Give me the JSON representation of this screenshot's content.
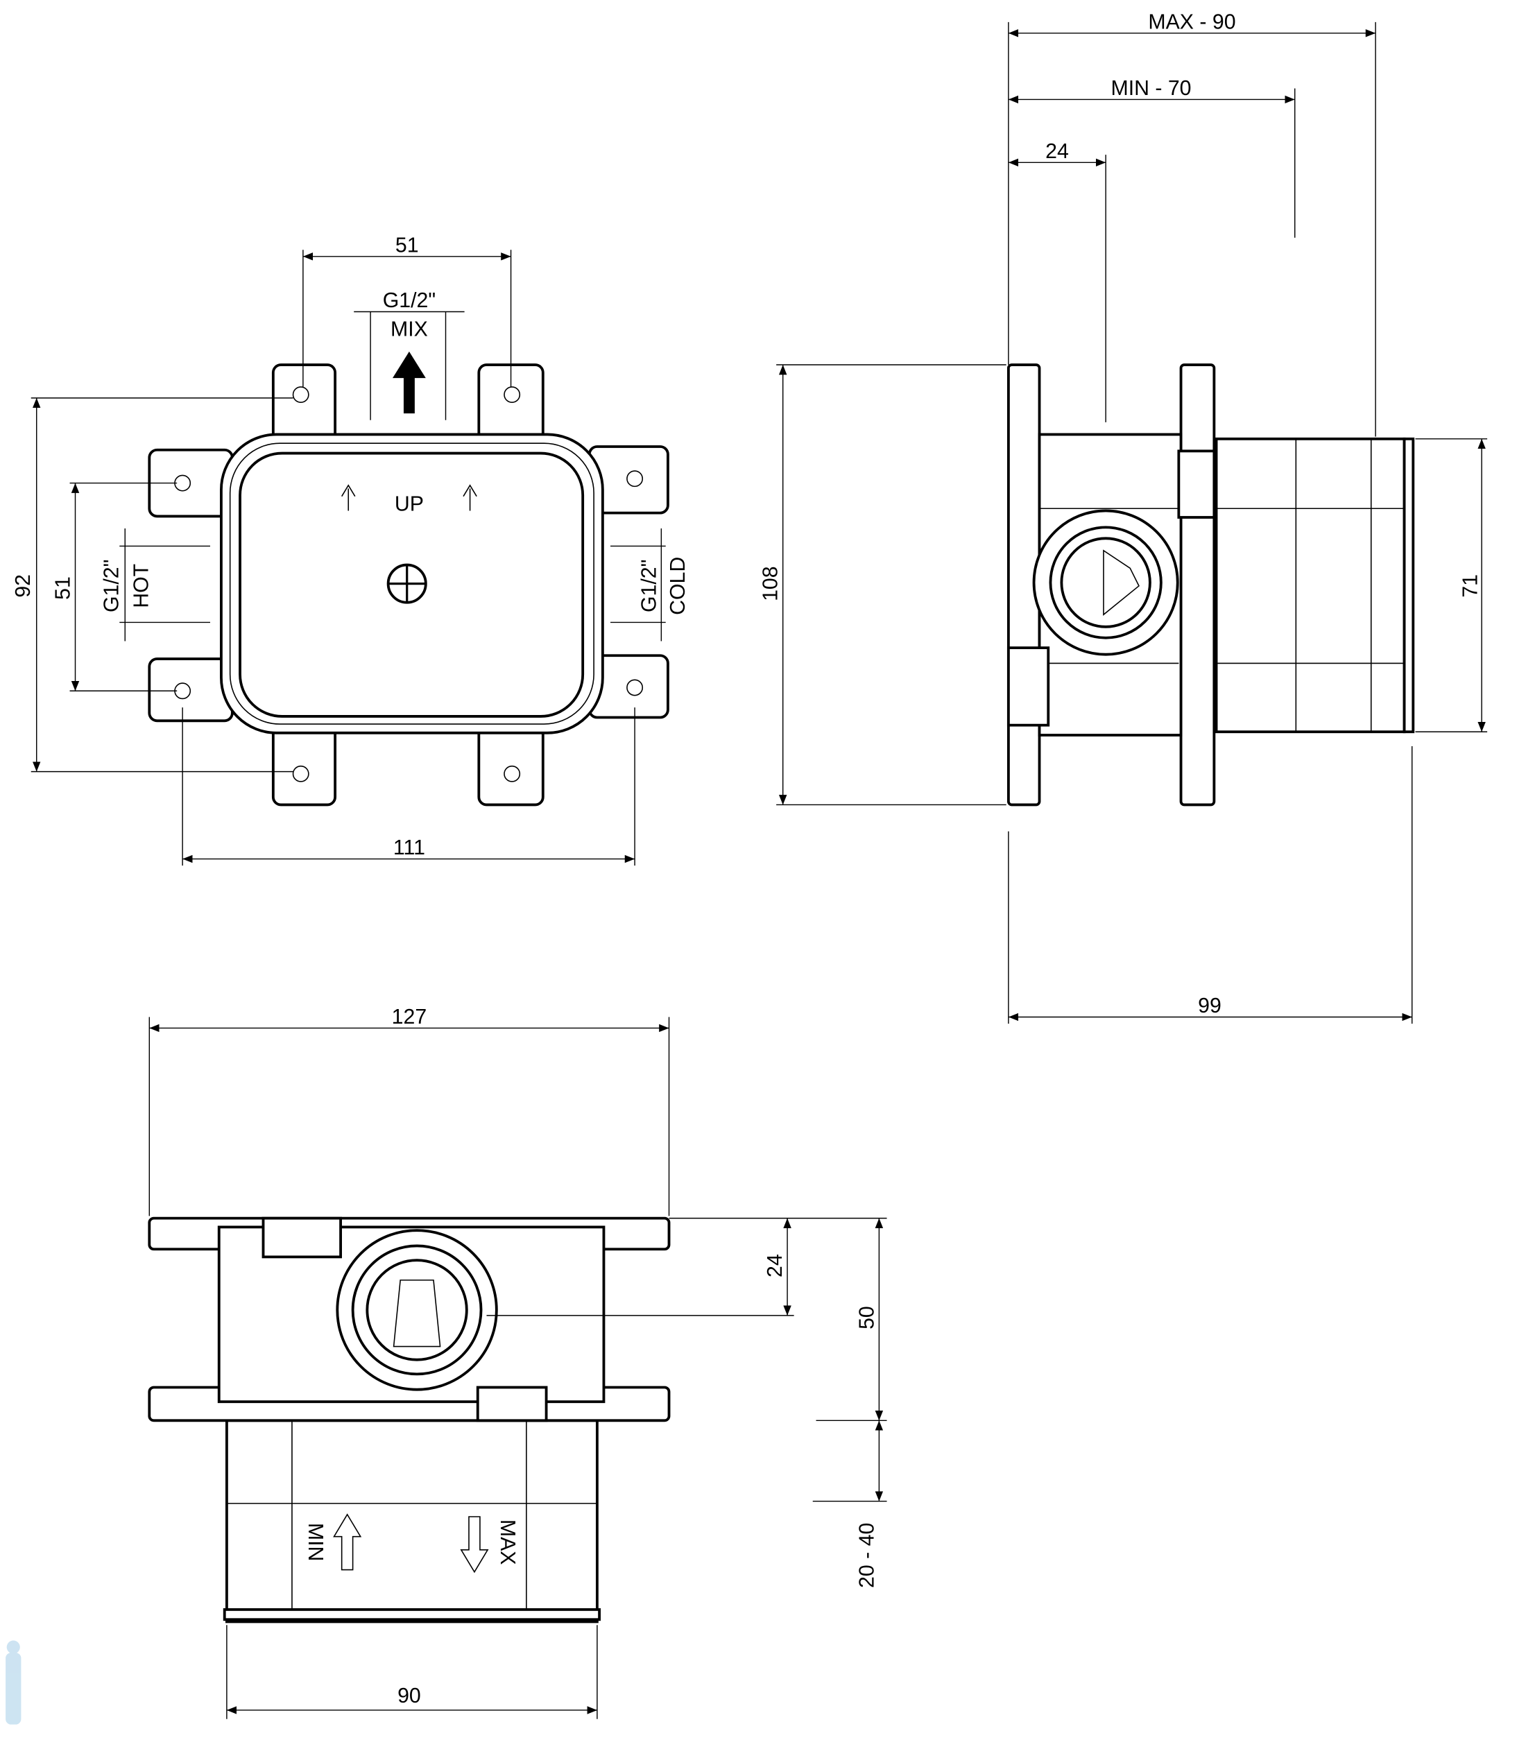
{
  "front_view": {
    "width_top": "51",
    "mix_thread": "G1/2\"",
    "mix_label": "MIX",
    "up_label": "UP",
    "height_total": "92",
    "height_inner": "51",
    "hot_thread": "G1/2\"",
    "hot_label": "HOT",
    "cold_thread": "G1/2\"",
    "cold_label": "COLD",
    "width_total": "111"
  },
  "side_view": {
    "max_depth": "MAX - 90",
    "min_depth": "MIN - 70",
    "port_offset": "24",
    "height": "108",
    "sleeve_height": "71",
    "total_depth": "99"
  },
  "bottom_view": {
    "width_total": "127",
    "port_offset": "24",
    "body_height": "50",
    "extension_range": "20 - 40",
    "min_label": "MIN",
    "max_label": "MAX",
    "sleeve_width": "90"
  }
}
